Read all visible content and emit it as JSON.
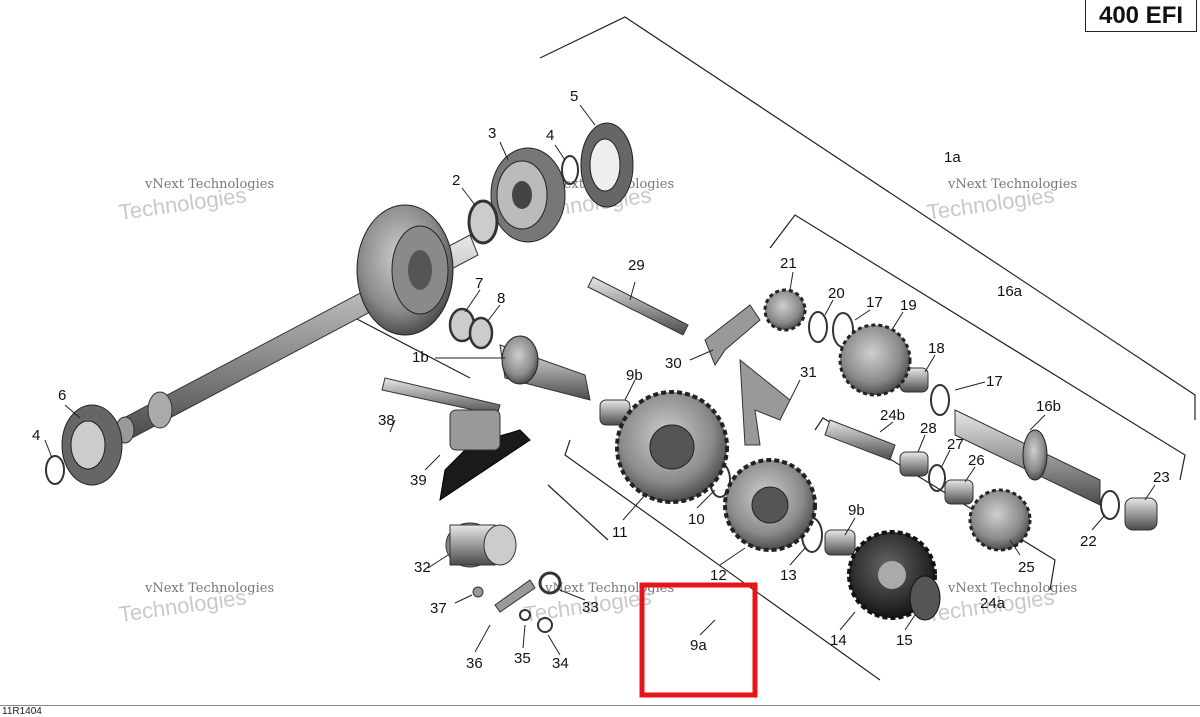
{
  "diagram": {
    "model": "400 EFI",
    "part_code": "11R1404",
    "watermark": {
      "brand_line": "vNext Technologies",
      "big_line": "Technologies"
    },
    "highlight_color": "#e8141c",
    "parts": {
      "p1a": "1a",
      "p1b": "1b",
      "p2": "2",
      "p3": "3",
      "p4_top": "4",
      "p4_left": "4",
      "p5": "5",
      "p6": "6",
      "p7": "7",
      "p8": "8",
      "p9a": "9a",
      "p9b_top": "9b",
      "p9b_low": "9b",
      "p10": "10",
      "p11": "11",
      "p12": "12",
      "p13": "13",
      "p14": "14",
      "p15": "15",
      "p16a": "16a",
      "p16b": "16b",
      "p17_top": "17",
      "p17_mid": "17",
      "p18": "18",
      "p19": "19",
      "p20": "20",
      "p21": "21",
      "p22": "22",
      "p23": "23",
      "p24a": "24a",
      "p24b": "24b",
      "p25": "25",
      "p26": "26",
      "p27": "27",
      "p28": "28",
      "p29": "29",
      "p30": "30",
      "p31": "31",
      "p32": "32",
      "p33": "33",
      "p34": "34",
      "p35": "35",
      "p36": "36",
      "p37": "37",
      "p38": "38",
      "p39": "39"
    }
  }
}
